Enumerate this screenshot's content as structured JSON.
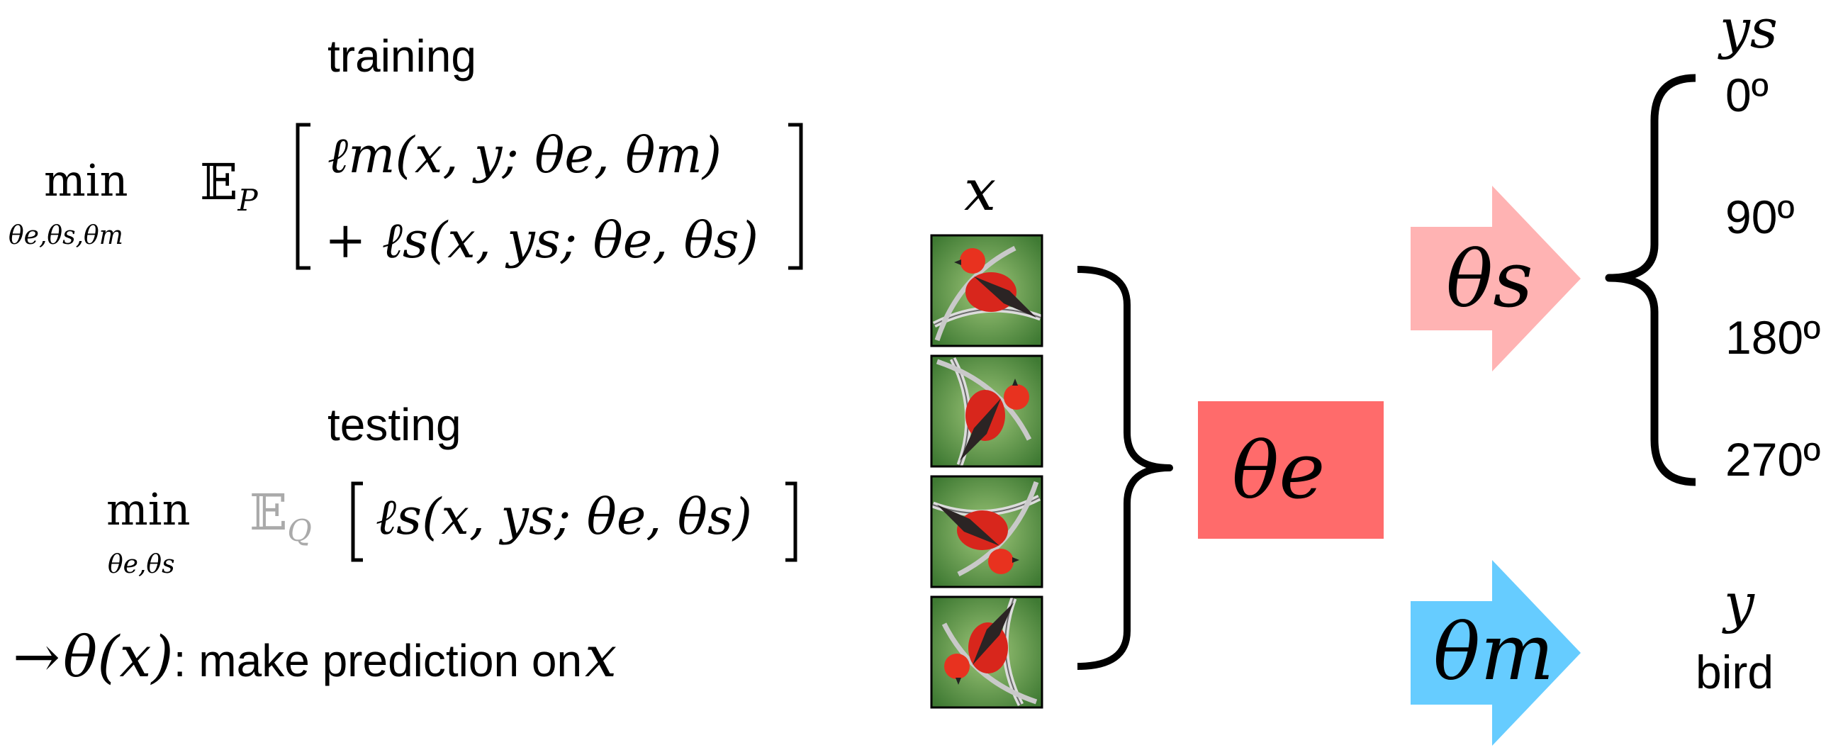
{
  "training": {
    "heading": "training",
    "min_word": "min",
    "min_subscript": "θe,θs,θm",
    "expectation": "𝔼",
    "expectation_sub": "P",
    "loss_main": "ℓm(x, y; θe, θm)",
    "loss_self": "+ ℓs(x, ys; θe, θs)"
  },
  "testing": {
    "heading": "testing",
    "min_word": "min",
    "min_subscript": "θe,θs",
    "expectation": "𝔼",
    "expectation_sub": "Q",
    "loss_self": "ℓs(x, ys; θe, θs)"
  },
  "prediction": {
    "arrow": "→",
    "theta_expr": "θ(x)",
    "text": ": make prediction on",
    "var": "x"
  },
  "input": {
    "label": "x"
  },
  "encoder": {
    "label": "θe",
    "color": "#ff6b6b"
  },
  "self_head": {
    "label": "θs",
    "color": "#ffb3b3"
  },
  "main_head": {
    "label": "θm",
    "color": "#66ccff"
  },
  "self_labels": {
    "heading": "ys",
    "items": [
      "0º",
      "90º",
      "180º",
      "270º"
    ]
  },
  "main_labels": {
    "heading": "y",
    "value": "bird"
  }
}
